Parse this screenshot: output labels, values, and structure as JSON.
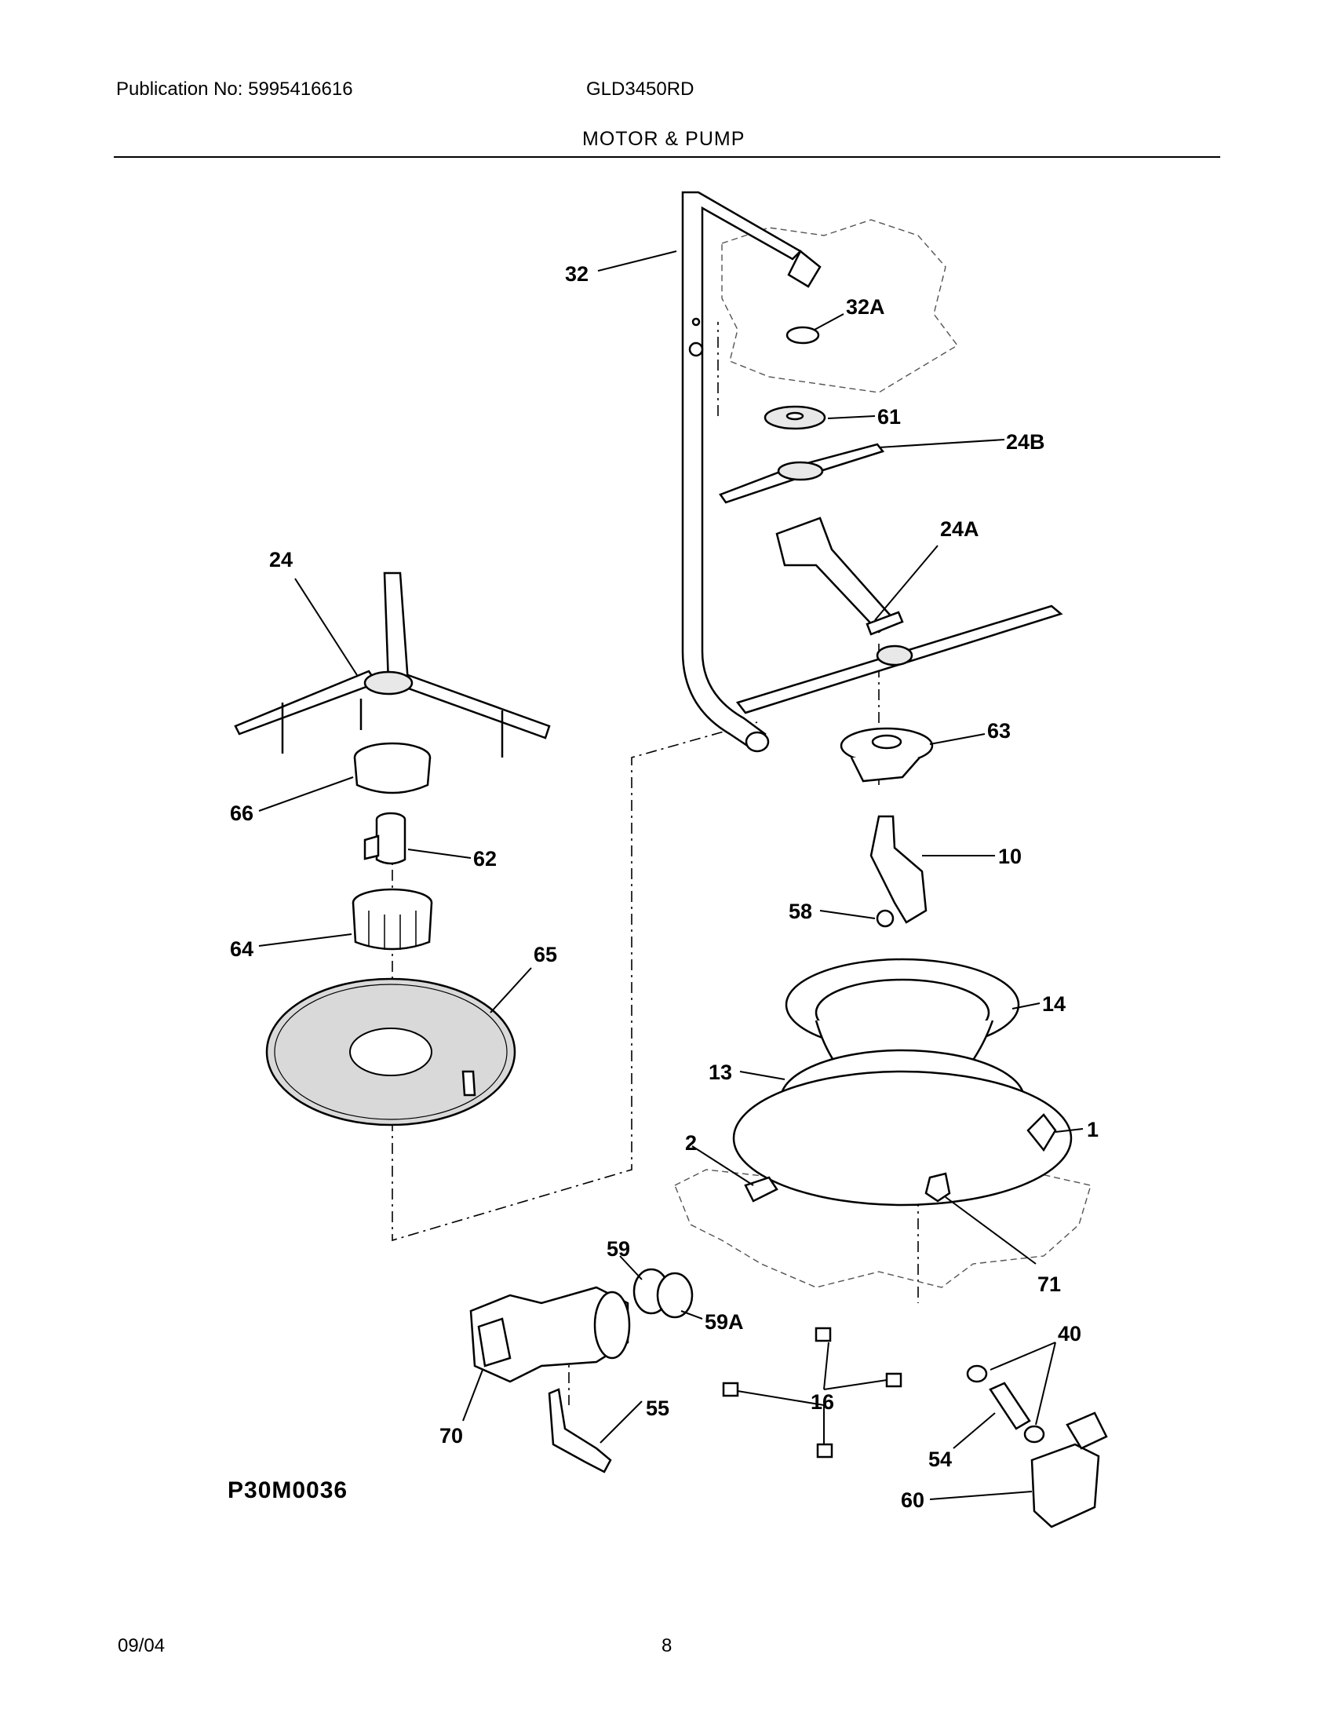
{
  "header": {
    "publication": "Publication No: 5995416616",
    "model": "GLD3450RD",
    "section": "MOTOR & PUMP"
  },
  "diagram": {
    "callouts": {
      "c32": "32",
      "c32A": "32A",
      "c61": "61",
      "c24B": "24B",
      "c24A": "24A",
      "c24": "24",
      "c63": "63",
      "c66": "66",
      "c62": "62",
      "c10": "10",
      "c58": "58",
      "c64": "64",
      "c65": "65",
      "c14": "14",
      "c13": "13",
      "c1": "1",
      "c2": "2",
      "c71": "71",
      "c59": "59",
      "c59A": "59A",
      "c40": "40",
      "c16": "16",
      "c55": "55",
      "c70": "70",
      "c54": "54",
      "c60": "60"
    },
    "code": "P30M0036"
  },
  "footer": {
    "date": "09/04",
    "page": "8"
  }
}
